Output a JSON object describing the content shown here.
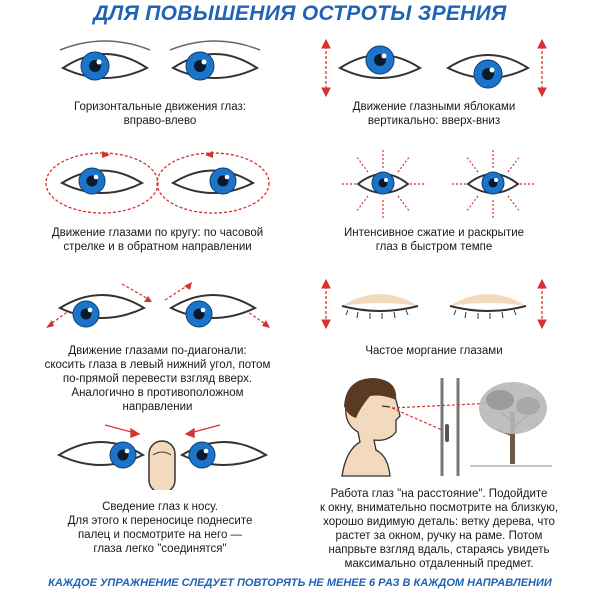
{
  "title": "ДЛЯ ПОВЫШЕНИЯ ОСТРОТЫ ЗРЕНИЯ",
  "exercises": [
    {
      "lines": [
        "Горизонтальные движения глаз:",
        "вправо-влево"
      ]
    },
    {
      "lines": [
        "Движение глазными яблоками",
        "вертикально: вверх-вниз"
      ]
    },
    {
      "lines": [
        "Движение глазами по кругу: по часовой",
        "стрелке и в обратном направлении"
      ]
    },
    {
      "lines": [
        "Интенсивное сжатие и раскрытие",
        "глаз в быстром темпе"
      ]
    },
    {
      "lines": [
        "Движение глазами по-диагонали:",
        "скосить глаза в левый нижний угол, потом",
        "по-прямой перевести взгляд вверх.",
        "Аналогично в противоположном",
        "направлении"
      ]
    },
    {
      "lines": [
        "Частое моргание глазами"
      ]
    },
    {
      "lines": [
        "Сведение глаз к носу.",
        "Для этого к переносице поднесите",
        "палец и посмотрите на него —",
        "глаза легко \"соединятся\""
      ]
    },
    {
      "lines": [
        "Работа глаз \"на расстояние\". Подойдите",
        "к окну, внимательно посмотрите на близкую,",
        "хорошо видимую деталь: ветку дерева, что",
        "растет за окном, ручку на раме. Потом",
        "напрвьте взгляд вдаль, стараясь увидеть",
        "максимально отдаленный предмет."
      ]
    }
  ],
  "footer": "КАЖДОЕ УПРАЖНЕНИЕ СЛЕДУЕТ ПОВТОРЯТЬ НЕ МЕНЕЕ 6 РАЗ В КАЖДОМ НАПРАВЛЕНИИ",
  "colors": {
    "title": "#1f63b6",
    "iris": "#1b74c9",
    "arrow": "#d63232",
    "skin": "#f3d9bd"
  }
}
